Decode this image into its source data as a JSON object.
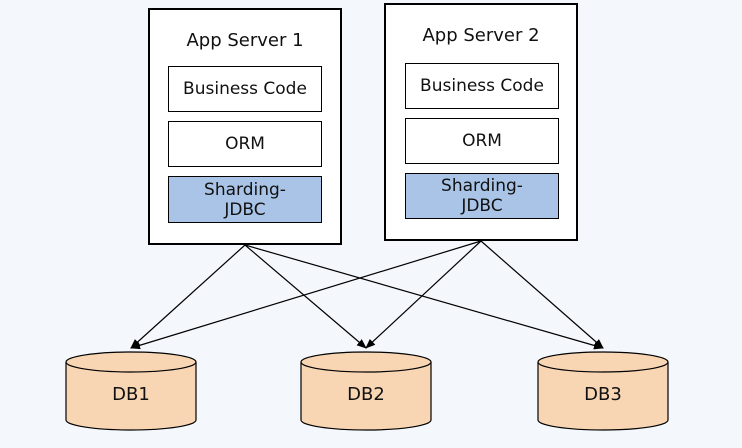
{
  "servers": [
    {
      "title": "App Server 1",
      "business": "Business Code",
      "orm": "ORM",
      "sharding_line1": "Sharding-",
      "sharding_line2": "JDBC"
    },
    {
      "title": "App Server 2",
      "business": "Business Code",
      "orm": "ORM",
      "sharding_line1": "Sharding-",
      "sharding_line2": "JDBC"
    }
  ],
  "databases": [
    "DB1",
    "DB2",
    "DB3"
  ],
  "colors": {
    "background": "#f4f7fb",
    "server_fill": "#ffffff",
    "sharding_fill": "#a9c4e6",
    "db_fill": "#f8d6b4",
    "stroke": "#000000"
  }
}
